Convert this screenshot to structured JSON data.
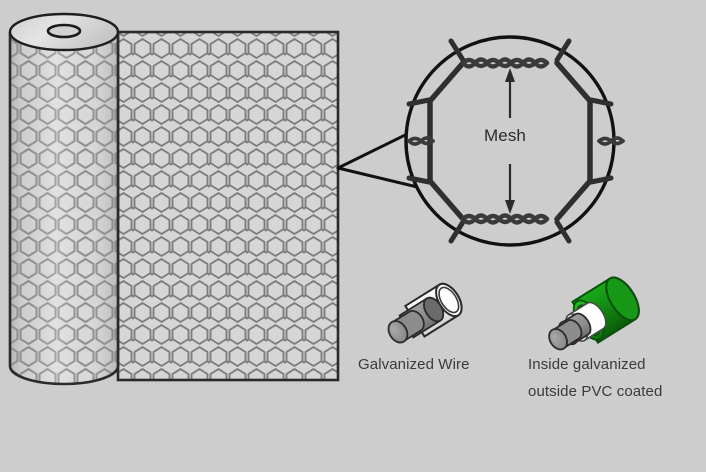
{
  "figure": {
    "title": "Hexagonal wire mesh (chicken wire) product illustration",
    "background_color": "#cdcdcd"
  },
  "callout": {
    "magnifier_label": "Mesh",
    "arrow_name": "mesh-size-arrow",
    "description": "Magnified hexagonal cell with twisted wire edges and a double headed vertical arrow indicating mesh size"
  },
  "roll": {
    "name": "wire-mesh-roll",
    "sheet_name": "wire-mesh-sheet",
    "cell_shape": "hexagon",
    "wire_color": "#808080",
    "fill_color": "#d7d7d7",
    "outline_color": "#2a2a2a"
  },
  "samples": [
    {
      "id": "galvanized-wire",
      "label": "Galvanized Wire",
      "layers": [
        "steel core",
        "galvanized zinc"
      ],
      "colors": {
        "core": "#8f8f8f",
        "inner": "#6e6e6e",
        "outer": "#ffffff"
      }
    },
    {
      "id": "pvc-coated-wire",
      "label_line1": "Inside galvanized",
      "label_line2": "outside PVC coated",
      "layers": [
        "steel core",
        "galvanized zinc",
        "PVC coating"
      ],
      "colors": {
        "core": "#8f8f8f",
        "inner": "#6e6e6e",
        "white": "#ffffff",
        "pvc": "#128a12",
        "pvc_dark": "#0a6b0a"
      }
    }
  ],
  "colors": {
    "background": "#cdcdcd",
    "text": "#3a3a3a",
    "outline": "#1a1a1a",
    "mesh_wire": "#808080",
    "green_pvc": "#128a12"
  }
}
